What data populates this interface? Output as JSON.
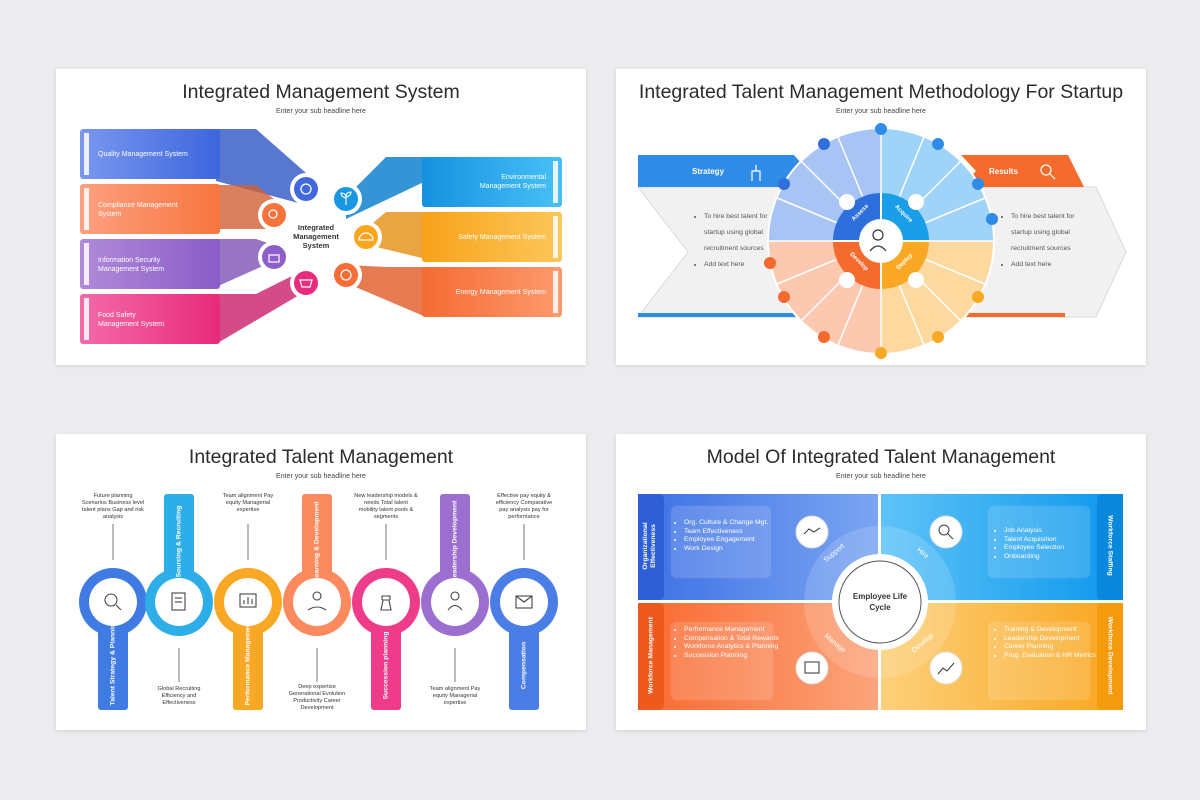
{
  "slide1": {
    "title": "Integrated Management System",
    "subtitle": "Enter your sub headline here",
    "center_label": "Integrated Management System",
    "left_items": [
      {
        "label": "Quality Management System",
        "color": "#5b7fe8"
      },
      {
        "label": "Compliance Management System",
        "color": "#fb8a5e"
      },
      {
        "label": "Information Security Management System",
        "color": "#9a6fd0"
      },
      {
        "label": "Food Safety Management System",
        "color": "#ee3f8e"
      }
    ],
    "right_items": [
      {
        "label": "Environmental Management System",
        "color": "#24a9f0"
      },
      {
        "label": "Safety Management System",
        "color": "#fbb63d"
      },
      {
        "label": "Energy Management System",
        "color": "#fa8050"
      }
    ]
  },
  "slide2": {
    "title": "Integrated Talent Management Methodology For Startup",
    "subtitle": "Enter your sub headline here",
    "strategy_label": "Strategy",
    "results_label": "Results",
    "bullets_left": [
      "To hire best talent for startup using global recruitment sources",
      "Add text here"
    ],
    "bullets_right": [
      "To hire best talent for startup using global recruitment sources",
      "Add text here"
    ],
    "quadrants": [
      "Assess",
      "Acquire",
      "Deploy",
      "Develop"
    ],
    "colors": {
      "blue": "#2f8ce6",
      "orange": "#f56a2d",
      "light_blue": "#a9d2f7",
      "peach": "#fcd2b8"
    }
  },
  "slide3": {
    "title": "Integrated Talent Management",
    "subtitle": "Enter your sub headline here",
    "steps": [
      {
        "label": "Talent Strategy & Planning",
        "color": "#3f7be3",
        "text": "Future planning Scenarios Business level talent plans Gap and risk analysis"
      },
      {
        "label": "Sourcing & Recruiting",
        "color": "#2eaee8",
        "text": "Global Recruiting Efficiency and Effectiveness"
      },
      {
        "label": "Performance Management",
        "color": "#f9a825",
        "text": "Team alignment Pay equity Managerial expertise"
      },
      {
        "label": "Learning & Development",
        "color": "#fb8a5e",
        "text": "Deep expertise Generational Evolution Productivity Career Development"
      },
      {
        "label": "Succession planning",
        "color": "#ef3c8a",
        "text": "New leadership models & needs Total talent mobility talent pools & segments"
      },
      {
        "label": "Leadership Development",
        "color": "#9b6ed0",
        "text": "Team alignment Pay equity Managerial expertise"
      },
      {
        "label": "Compensation",
        "color": "#4b7de6",
        "text": "Effective pay equity & efficiency Comparative pay analysis pay for performance"
      }
    ]
  },
  "slide4": {
    "title": "Model Of Integrated Talent Management",
    "subtitle": "Enter your sub headline here",
    "center": "Employee Life Cycle",
    "quadrants": [
      {
        "side": "Organizational Effectiveness",
        "arc": "Support",
        "color": "#4e84ea",
        "items": [
          "Org. Culture & Change Mgt.",
          "Team Effectiveness",
          "Employee Engagement",
          "Work Design"
        ]
      },
      {
        "side": "Workforce Staffing",
        "arc": "Hire",
        "color": "#1ba5f2",
        "items": [
          "Job Analysis",
          "Talent Acquisition",
          "Employee Selection",
          "Onboarding"
        ]
      },
      {
        "side": "Workforce Management",
        "arc": "Manage",
        "color": "#fb7b4e",
        "items": [
          "Performance Management",
          "Compensation & Total Rewards",
          "Workforce Analytics & Planning",
          "Succession Planning"
        ]
      },
      {
        "side": "Workforce Development",
        "arc": "Develop",
        "color": "#fbb43a",
        "items": [
          "Training & Development",
          "Leadership Development",
          "Career Planning",
          "Prog. Evaluation & HR Metrics"
        ]
      }
    ]
  }
}
